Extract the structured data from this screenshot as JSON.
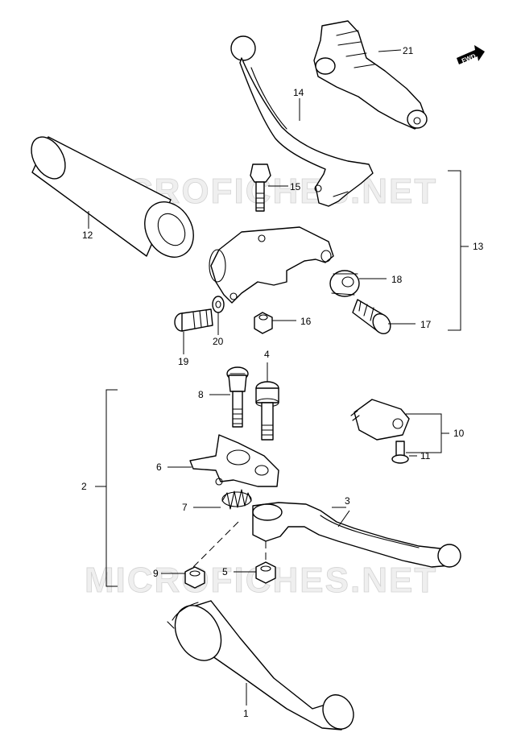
{
  "watermarks": [
    "MICROFICHES.NET",
    "MICROFICHES.NET"
  ],
  "fwd_label": "FWD",
  "callouts": {
    "c1": "1",
    "c2": "2",
    "c3": "3",
    "c4": "4",
    "c5": "5",
    "c6": "6",
    "c7": "7",
    "c8": "8",
    "c9": "9",
    "c10": "10",
    "c11": "11",
    "c12": "12",
    "c13": "13",
    "c14": "14",
    "c15": "15",
    "c16": "16",
    "c17": "17",
    "c18": "18",
    "c19": "19",
    "c20": "20",
    "c21": "21"
  }
}
